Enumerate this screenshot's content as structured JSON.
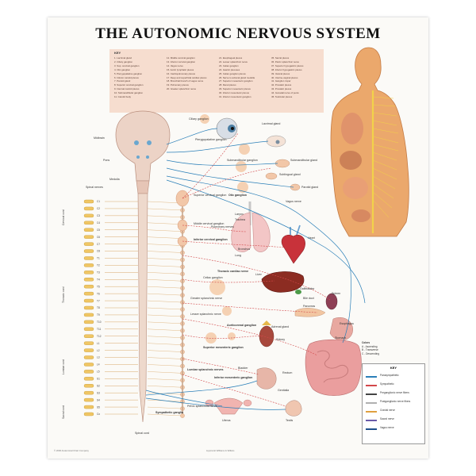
{
  "title": "THE AUTONOMIC NERVOUS SYSTEM",
  "key": {
    "heading": "KEY",
    "columns": [
      [
        "1. Lacrimal gland",
        "2. Ciliary ganglion",
        "3. Sup. cervical ganglion",
        "4. Otic ganglion",
        "5. Pterygopalatine ganglion",
        "6. Inferior carotid plexus",
        "7. Parotid gland",
        "8. Superior cervical ganglion",
        "9. Internal carotid plexus",
        "10. Submandibular ganglion",
        "11. Carotid body"
      ],
      [
        "12. Middle cervical ganglion",
        "13. Inferior cervical ganglion",
        "14. Vagus nerve",
        "15. Aortic lymphatic plexus",
        "16. Cardiopulmonary plexus",
        "17. Deep and superficial cardiac plexus",
        "18. Bronchial branch of vagus nerve",
        "19. Pulmonary plexus",
        "20. Greater splanchnic nerve"
      ],
      [
        "21. Esophageal plexus",
        "22. Lesser splanchnic nerve",
        "23. Celiac ganglion",
        "24. Gastric plexuses",
        "25. Celiac ganglion plexus",
        "26. Nerve to adrenal gland medulla",
        "27. Superior mesenteric ganglion",
        "28. Renal plexus",
        "29. Superior mesenteric plexus",
        "30. Inferior mesenteric plexus",
        "31. Inferior mesenteric ganglion"
      ],
      [
        "35. Sacral plexus",
        "36. Pelvic splanchnic nerve",
        "37. Superior hypogastric plexus",
        "38. Inferior hypogastric plexus",
        "39. Vesical plexus",
        "40. Uterine-vaginal plexus",
        "41. Ganglion impar",
        "42. Prostatic plexus",
        "43. Prostatic plexus",
        "44. Gonadal nerve of penis",
        "45. Testicular plexus"
      ]
    ]
  },
  "labels": {
    "ciliary": "Ciliary ganglion",
    "lacrimal": "Lacrimal gland",
    "midbrain": "Midbrain",
    "pons": "Pons",
    "medulla": "Medulla",
    "pterygo": "Pterygopalatine ganglion",
    "submand_ganglion": "Submandibular ganglion",
    "submand_gland": "Submandibular gland",
    "sublingual": "Sublingual gland",
    "parotid": "Parotid gland",
    "otic": "Otic ganglion",
    "vagus": "Vagus nerve",
    "spinal": "Spinal nerves",
    "sup_cervical": "Superior cervical ganglion",
    "mid_cervical": "Middle cervical ganglion",
    "inf_cervical": "Inferior cervical ganglion",
    "pulmonary": "Pulmonary nerves",
    "larynx": "Larynx",
    "trachea": "Trachea",
    "bronchus": "Bronchus",
    "lung": "Lung",
    "heart": "Heart",
    "thoracic_cardiac": "Thoracic cardiac nerve",
    "celiac": "Celiac ganglion",
    "liver": "Liver",
    "gallbladder": "Gallbladder",
    "bile": "Bile duct",
    "spleen": "Spleen",
    "pancreas": "Pancreas",
    "stomach": "Stomach",
    "esophagus": "Esophagus",
    "greater_splanchnic": "Greater splanchnic nerve",
    "lesser_splanchnic": "Lesser splanchnic nerve",
    "adrenal": "Adrenal gland",
    "kidney": "Kidney",
    "aorticorenal": "Aorticorenal ganglion",
    "sup_mesenteric": "Superior mesenteric ganglion",
    "inf_mesenteric": "Inferior mesenteric ganglion",
    "lumbar_splanchnic": "Lumbar splanchnic nerves",
    "bladder": "Bladder",
    "rectum": "Rectum",
    "genitalia": "Genitalia",
    "uterus": "Uterus",
    "testis": "Testis",
    "pelvic_splanchnic": "Pelvic splanchnic nerve",
    "sympathetic_ganglia": "Sympathetic ganglia",
    "spinal_cord": "Spinal cord",
    "t_cord": "Thoracic cord",
    "c_cord": "Cervical cord",
    "l_cord": "Lumbar cord",
    "s_cord": "Sacral cord"
  },
  "spinal_segments": [
    "C1",
    "C2",
    "C3",
    "C4",
    "C5",
    "C6",
    "C7",
    "C8",
    "T1",
    "T2",
    "T3",
    "T4",
    "T5",
    "T6",
    "T7",
    "T8",
    "T9",
    "T10",
    "T11",
    "T12",
    "L1",
    "L2",
    "L3",
    "L4",
    "L5",
    "S1",
    "S2",
    "S3",
    "S4",
    "S5",
    "Co"
  ],
  "colors_note": {
    "heading": "Colors",
    "items": [
      "A - Ascending",
      "B - Transverse",
      "C - Descending"
    ]
  },
  "legend": {
    "heading": "KEY",
    "rows": [
      {
        "label": "Parasympathetic",
        "color": "#2a7fb8"
      },
      {
        "label": "Sympathetic",
        "color": "#d2484a"
      },
      {
        "label": "Preganglionic nerve fibers",
        "color": "#444444"
      },
      {
        "label": "Postganglionic nerve fibers",
        "color": "#b0b0b0"
      },
      {
        "label": "Cranial nerve",
        "color": "#e0a040"
      },
      {
        "label": "Sacral nerve",
        "color": "#6a5aa8"
      },
      {
        "label": "Vagus nerve",
        "color": "#1e4f8a"
      }
    ]
  },
  "footer": {
    "left": "© 2000 Anatomical Chart Company",
    "center": "Lippincott Williams & Wilkins"
  }
}
